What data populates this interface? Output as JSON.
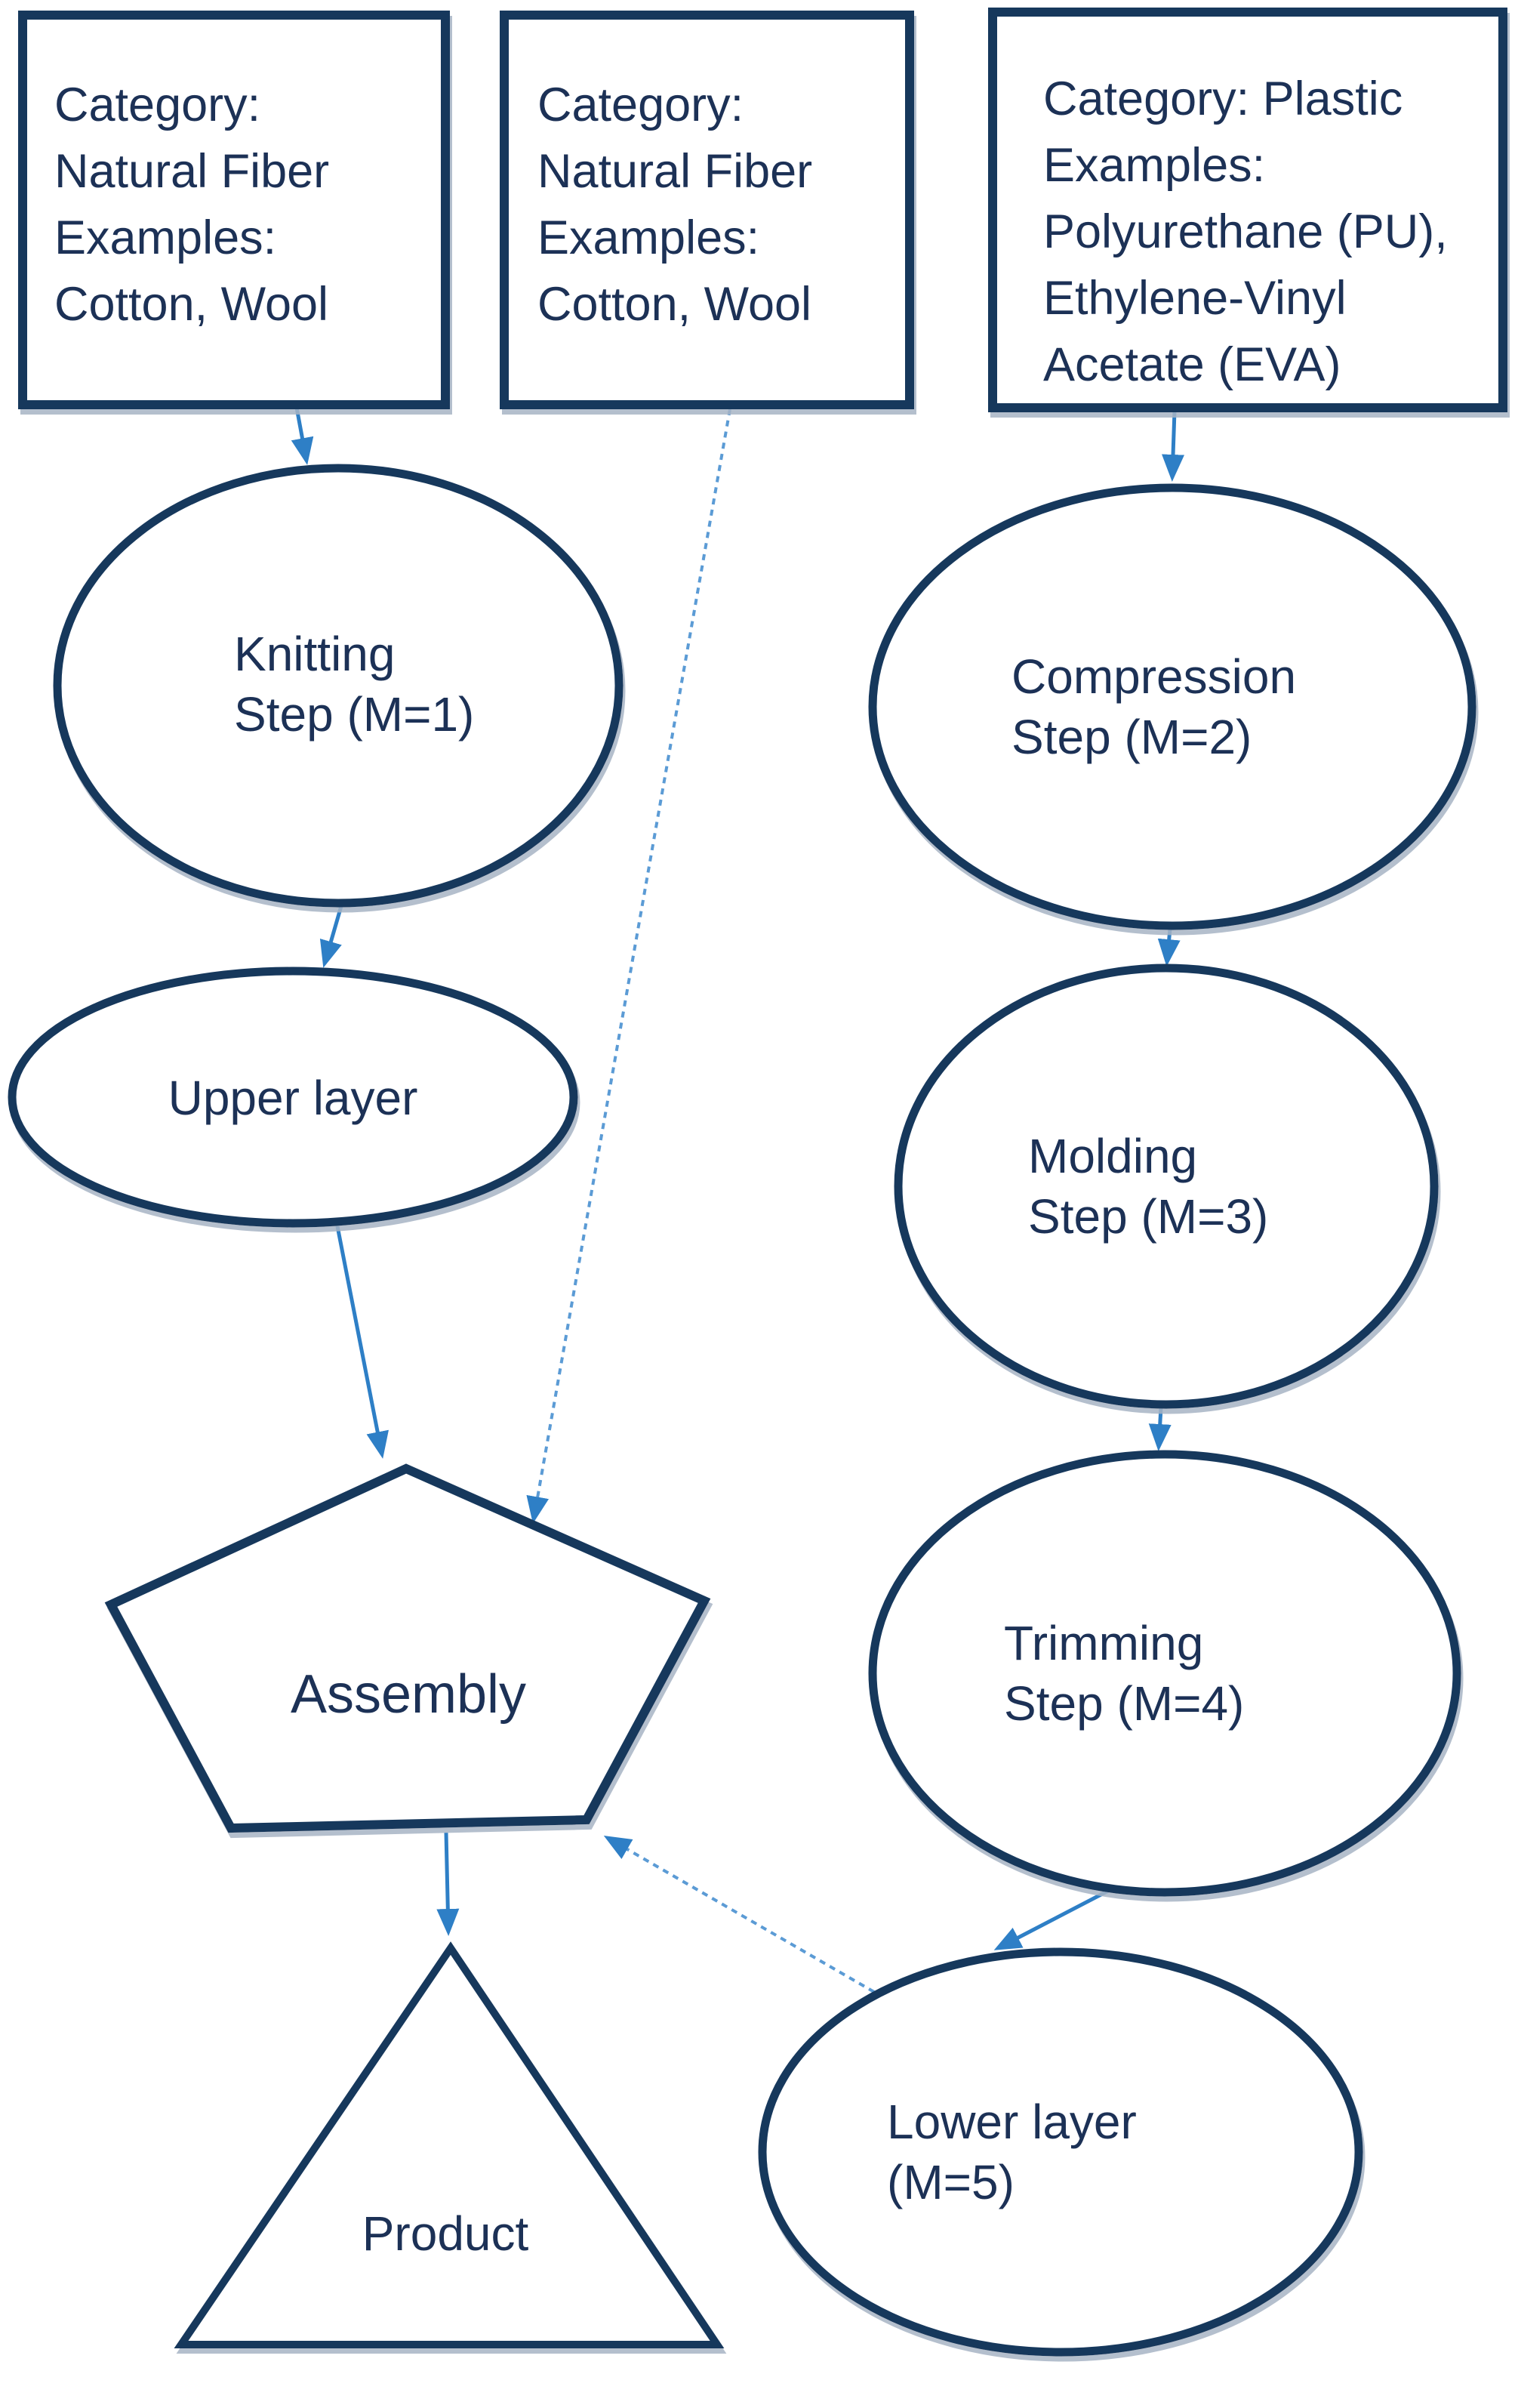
{
  "diagram": {
    "boxes": [
      {
        "name": "material-box-natural-fiber-1",
        "lines": [
          "Category:",
          "Natural Fiber",
          "Examples:",
          "Cotton, Wool"
        ]
      },
      {
        "name": "material-box-natural-fiber-2",
        "lines": [
          "Category:",
          "Natural Fiber",
          "Examples:",
          "Cotton, Wool"
        ]
      },
      {
        "name": "material-box-plastic",
        "lines": [
          "Category: Plastic",
          "Examples:",
          "Polyurethane (PU),",
          "Ethylene-Vinyl",
          "Acetate (EVA)"
        ]
      }
    ],
    "nodes": {
      "knitting": {
        "line1": "Knitting",
        "line2": "Step (M=1)"
      },
      "compression": {
        "line1": "Compression",
        "line2": "Step (M=2)"
      },
      "upper": {
        "line1": "Upper layer"
      },
      "molding": {
        "line1": "Molding",
        "line2": "Step (M=3)"
      },
      "trimming": {
        "line1": "Trimming",
        "line2": "Step (M=4)"
      },
      "lower": {
        "line1": "Lower layer",
        "line2": "(M=5)"
      },
      "assembly": {
        "label": "Assembly"
      },
      "product": {
        "label": "Product"
      }
    },
    "edges": [
      {
        "from": "material-box-natural-fiber-1",
        "to": "knitting"
      },
      {
        "from": "material-box-natural-fiber-2",
        "to": "assembly"
      },
      {
        "from": "material-box-plastic",
        "to": "compression"
      },
      {
        "from": "knitting",
        "to": "upper"
      },
      {
        "from": "upper",
        "to": "assembly"
      },
      {
        "from": "compression",
        "to": "molding"
      },
      {
        "from": "molding",
        "to": "trimming"
      },
      {
        "from": "trimming",
        "to": "lower"
      },
      {
        "from": "lower",
        "to": "assembly"
      },
      {
        "from": "assembly",
        "to": "product"
      }
    ],
    "colors": {
      "shape_border": "#17375c",
      "text": "#1c3156",
      "arrow": "#2e7fc6",
      "arrow_light": "#5b9bd5",
      "background": "#ffffff"
    }
  }
}
